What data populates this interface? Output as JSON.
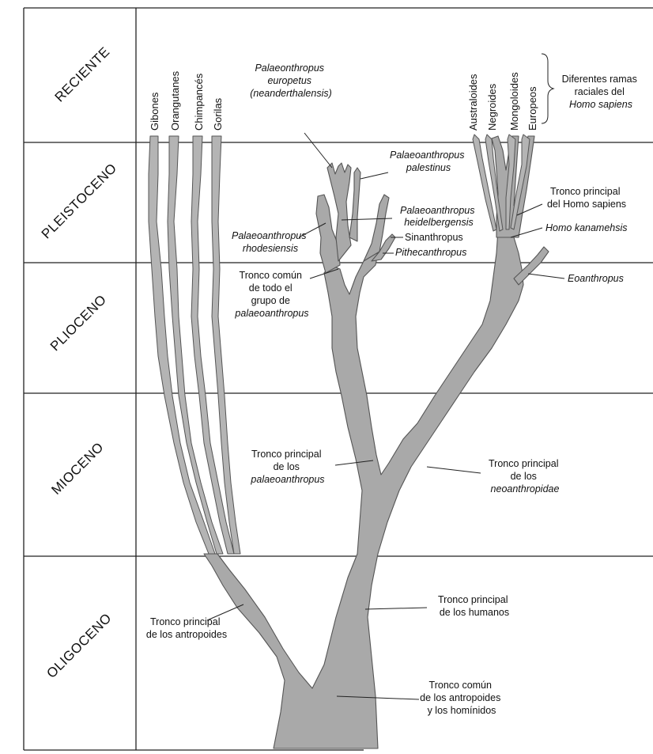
{
  "eras": [
    "RECIENTE",
    "PLEISTOCENO",
    "PLIOCENO",
    "MIOCENO",
    "OLIGOCENO"
  ],
  "apes": [
    "Gibones",
    "Orangutanes",
    "Chimpancés",
    "Gorilas"
  ],
  "races": [
    "Australoides",
    "Negroides",
    "Mongoloides",
    "Europeos"
  ],
  "races_label": [
    "Diferentes ramas",
    "raciales del",
    "Homo sapiens"
  ],
  "labels": {
    "neanderthalensis": [
      "Palaeonthropus",
      "europetus",
      "(neanderthalensis)"
    ],
    "palestinus": [
      "Palaeoanthropus",
      "palestinus"
    ],
    "heidelbergensis": [
      "Palaeoanthropus",
      "heidelbergensis"
    ],
    "sinanthropus": "Sinanthropus",
    "pithecanthropus": "Pithecanthropus",
    "rhodesiensis": [
      "Palaeoanthropus",
      "rhodesiensis"
    ],
    "tronco_comun_palaeo": [
      "Tronco común",
      "de todo el",
      "grupo de",
      "palaeoanthropus"
    ],
    "tronco_homo_sapiens": [
      "Tronco principal",
      "del Homo sapiens"
    ],
    "homo_kanamehsis": "Homo kanamehsis",
    "eoanthropus": "Eoanthropus",
    "tronco_palaeo": [
      "Tronco principal",
      "de los",
      "palaeoanthropus"
    ],
    "tronco_neo": [
      "Tronco principal",
      "de los",
      "neoanthropidae"
    ],
    "tronco_humanos": [
      "Tronco principal",
      "de los humanos"
    ],
    "tronco_antropoides": [
      "Tronco principal",
      "de los antropoides"
    ],
    "tronco_comun": [
      "Tronco común",
      "de los antropoides",
      "y los homínidos"
    ]
  }
}
